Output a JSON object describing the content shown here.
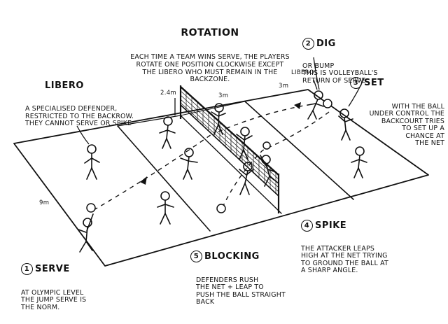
{
  "rotation": {
    "title": "Rotation",
    "text": "Each time a team wins serve, the players rotate one position clockwise except the libero who must remain in the backzone."
  },
  "libero_note": {
    "title": "Libero",
    "text": "A specialised defender, restricted to the backrow. They cannot serve or spike"
  },
  "dig": {
    "number": "2",
    "title": "Dig",
    "text": "or bump\nthis is volleyball's\nreturn of serve"
  },
  "set": {
    "number": "3",
    "title": "Set",
    "text": "with the ball\nunder control the\nbackcourt tries\nto set up a\nchance at\nthe net"
  },
  "spike": {
    "number": "4",
    "title": "Spike",
    "text": "The attacker leaps\nhigh at the net trying\nto ground the ball at\na sharp angle."
  },
  "blocking": {
    "number": "5",
    "title": "Blocking",
    "text": "Defenders rush\nthe net + leap to\npush the ball straight\nback"
  },
  "serve": {
    "number": "1",
    "title": "Serve",
    "text": "At olympic level\nthe jump serve is\nthe norm."
  },
  "court_labels": {
    "libero_tag": "Libero",
    "net_height": "2.4m",
    "attack_line_left": "3m",
    "attack_line_right": "3m",
    "side_length": "9m"
  }
}
